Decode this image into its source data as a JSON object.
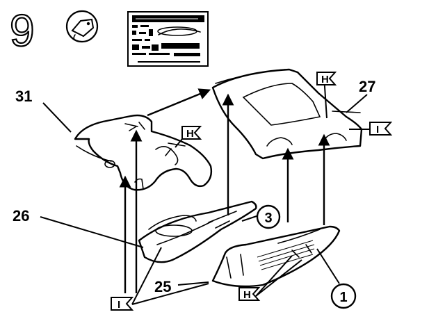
{
  "step": {
    "number": "9",
    "icon": "decal-tag-icon"
  },
  "decal_sheet": {
    "icon": "decal-sheet-icon"
  },
  "flag_letters": {
    "H": "H",
    "I": "I"
  },
  "parts": [
    {
      "id": "31",
      "label": "31",
      "name": "lower-roof-panel"
    },
    {
      "id": "27",
      "label": "27",
      "name": "upper-roof-cab"
    },
    {
      "id": "26",
      "label": "26",
      "name": "left-body-side"
    },
    {
      "id": "25",
      "label": "25",
      "name": "lower-chassis-part"
    },
    {
      "id": "3",
      "label": "3",
      "name": "callout-circle-3"
    },
    {
      "id": "1",
      "label": "1",
      "name": "callout-circle-1"
    }
  ],
  "colors": {
    "ink": "#000000",
    "paper": "#ffffff"
  }
}
